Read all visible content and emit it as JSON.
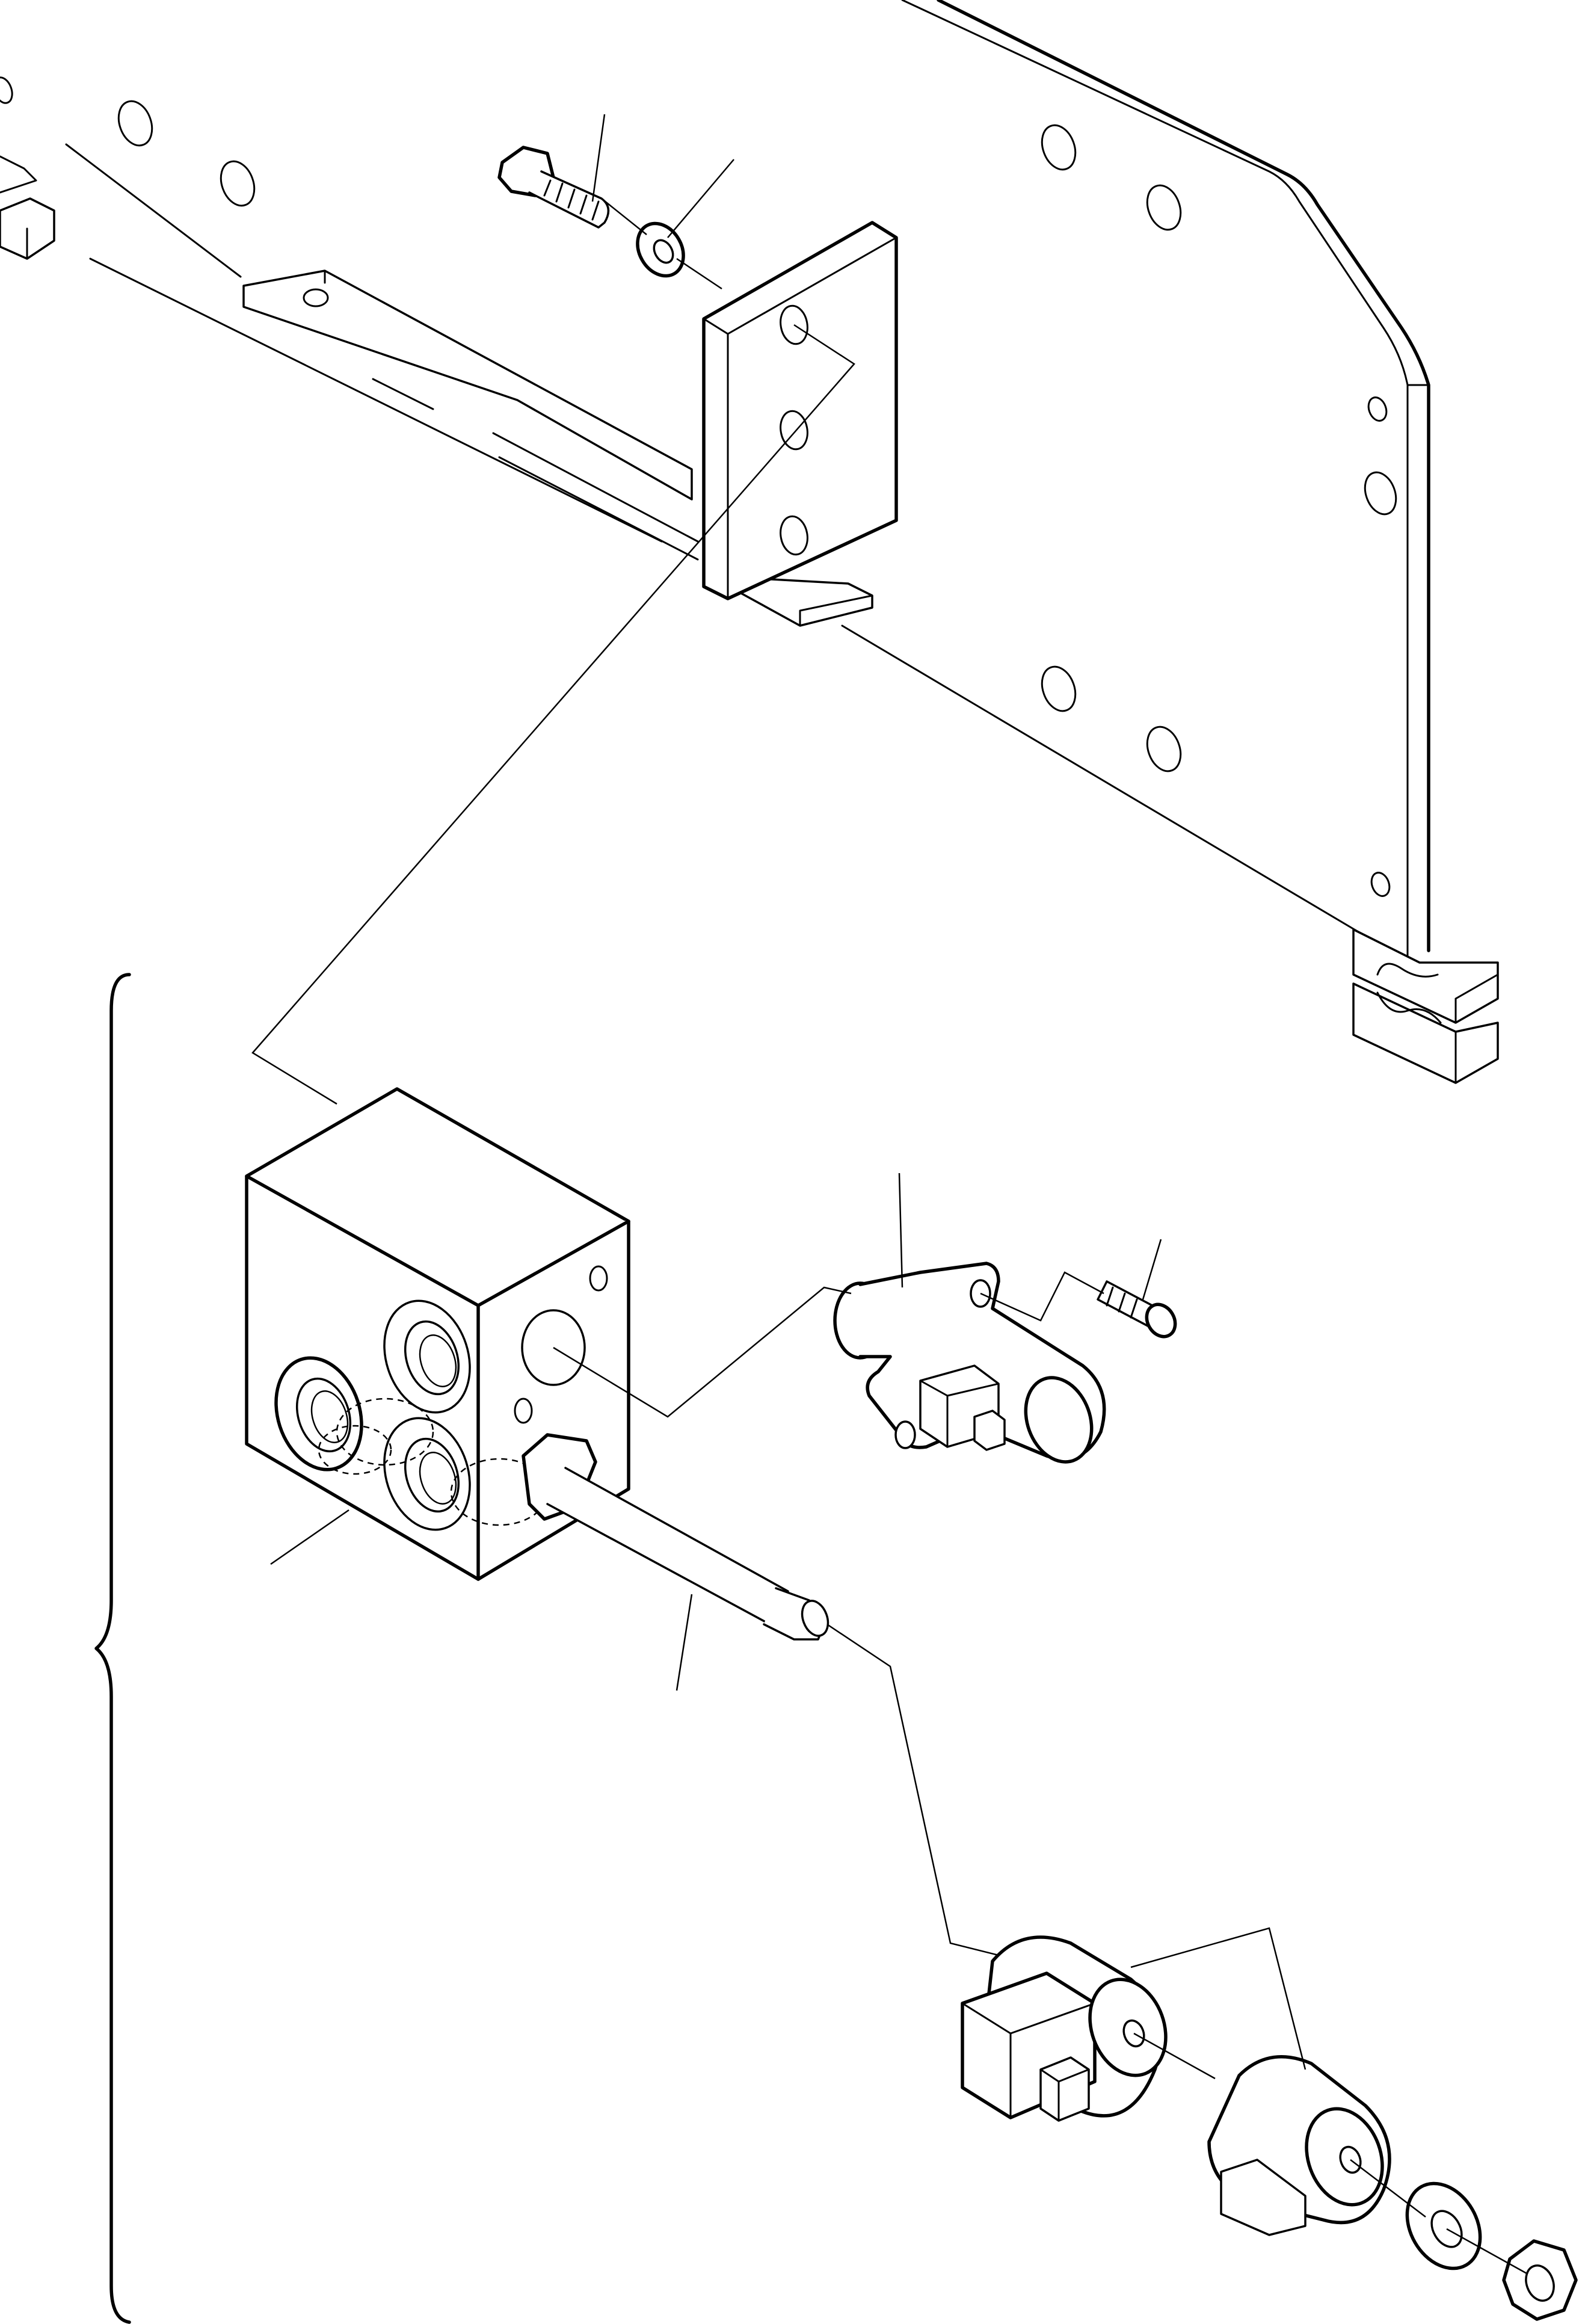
{
  "drawing": {
    "type": "exploded parts diagram",
    "components": [
      "frame-plate",
      "mounting-bracket",
      "cap-screw",
      "washer",
      "valve-block",
      "cartridge-valve",
      "small-screw",
      "solenoid-stem",
      "solenoid-coil",
      "coil-cover",
      "coil-washer",
      "hex-nut"
    ],
    "callout_labels": []
  }
}
